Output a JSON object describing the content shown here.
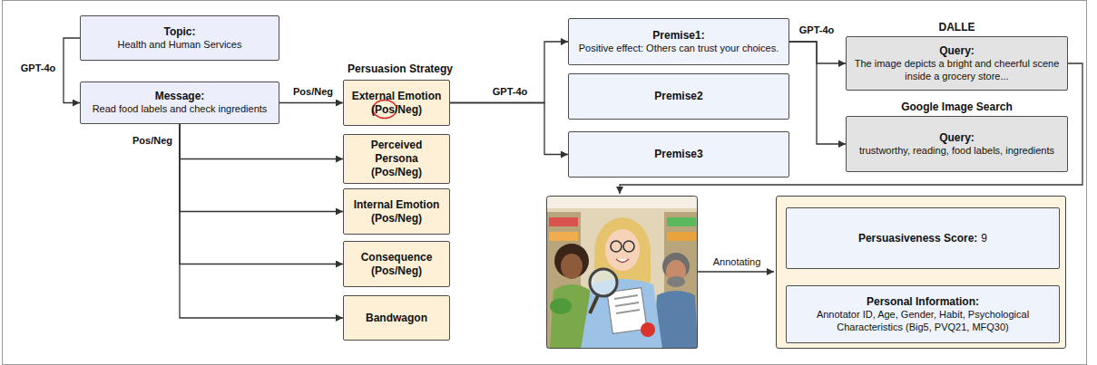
{
  "diagram": {
    "nodes": [
      {
        "text": [
          "Topic:",
          "Health and Human Services"
        ]
      },
      {
        "text": [
          "Message:",
          "Read food labels and check ingredients"
        ]
      },
      {
        "text": [
          "External Emotion",
          "(Pos/Neg)"
        ]
      },
      {
        "text": [
          "Perceived Persona",
          "(Pos/Neg)"
        ]
      },
      {
        "text": [
          "Internal Emotion",
          "(Pos/Neg)"
        ]
      },
      {
        "text": [
          "Consequence",
          "(Pos/Neg)"
        ]
      },
      {
        "text": [
          "Bandwagon"
        ]
      },
      {
        "text": [
          "Premise1:",
          "Positive effect: Others can trust your choices."
        ]
      },
      {
        "text": [
          "Premise2"
        ]
      },
      {
        "text": [
          "Premise3"
        ]
      },
      {
        "text": [
          "DALLE",
          "Query:",
          "The image depicts a bright and cheerful scene inside a grocery store..."
        ]
      },
      {
        "text": [
          "Google Image Search",
          "Query:",
          "trustworthy, reading, food labels, ingredients"
        ]
      },
      {
        "text": []
      },
      {
        "text": [
          "Persuasiveness Score:",
          "9"
        ],
        "in": 12
      },
      {
        "text": [
          "Personal Information:",
          "Annotator ID, Age, Gender, Habit, Psychological Characteristics (Big5, PVQ21, MFQ30)"
        ],
        "in": 12
      }
    ],
    "edges": [
      {
        "from": 0,
        "to": 1,
        "label": "GPT-4o",
        "arrow": "to"
      },
      {
        "from": 1,
        "to": 2,
        "label": "Pos/Neg",
        "arrow": "to"
      },
      {
        "from": 1,
        "to": 3,
        "label": "Pos/Neg",
        "arrow": "to"
      },
      {
        "from": 1,
        "to": 4,
        "arrow": "to"
      },
      {
        "from": 1,
        "to": 5,
        "arrow": "to"
      },
      {
        "from": 1,
        "to": 6,
        "arrow": "to"
      },
      {
        "from": 2,
        "to": 7,
        "label": "GPT-4o",
        "arrow": "to"
      },
      {
        "from": 2,
        "to": 9,
        "arrow": "to"
      },
      {
        "from": 7,
        "to": 10,
        "label": "GPT-4o",
        "arrow": "to"
      },
      {
        "from": 7,
        "to": 11,
        "arrow": "to"
      },
      {
        "from": 13,
        "to": 14,
        "arrow": "to"
      }
    ],
    "labels": [
      "Persuasion Strategy",
      "Annotating"
    ]
  }
}
